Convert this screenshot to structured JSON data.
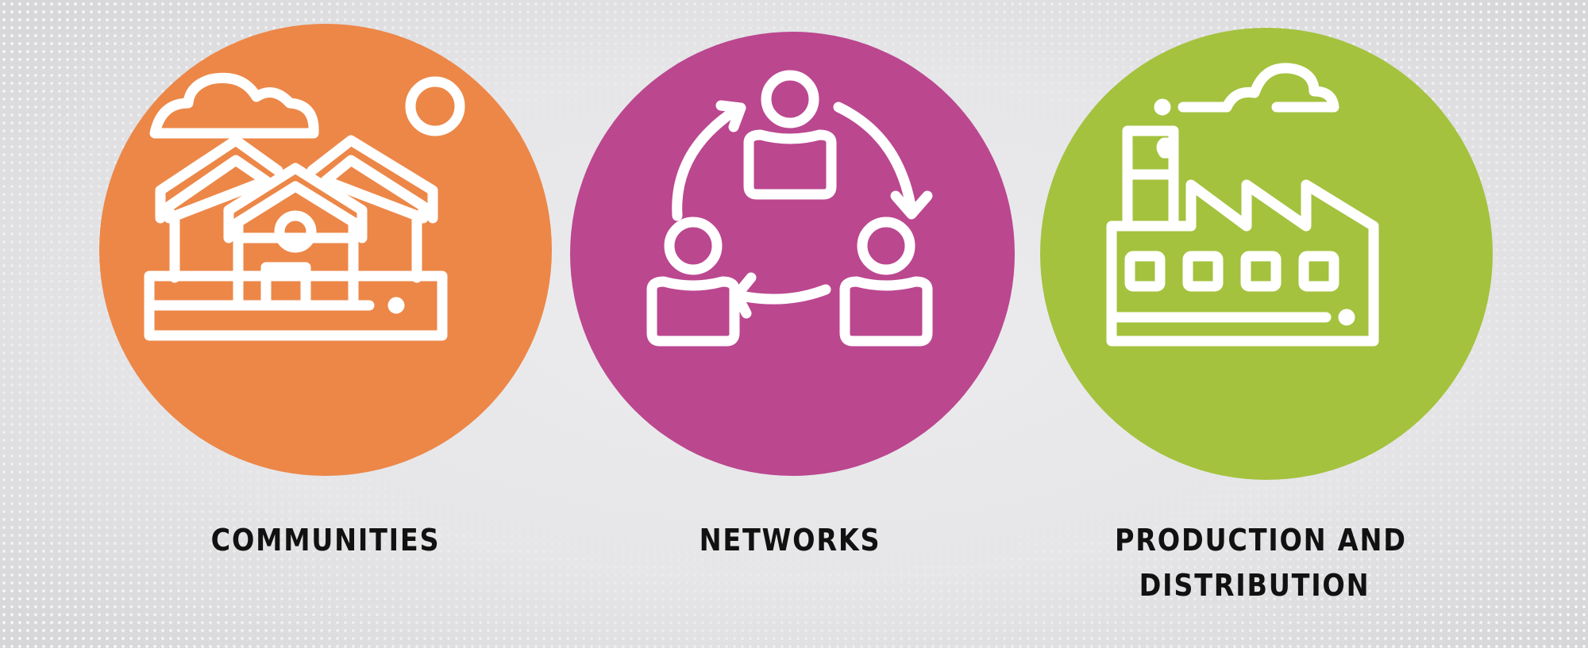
{
  "colors": {
    "communities": "#ec8748",
    "networks": "#bb478f",
    "production": "#a4c23e",
    "icon_stroke": "#ffffff",
    "label_text": "#111111",
    "background": "#e8e8ea"
  },
  "items": [
    {
      "label": "COMMUNITIES",
      "icon": "houses-icon"
    },
    {
      "label": "NETWORKS",
      "icon": "people-network-cycle-icon"
    },
    {
      "label_line1": "PRODUCTION AND",
      "label_line2": "DISTRIBUTION",
      "icon": "factory-icon"
    }
  ]
}
